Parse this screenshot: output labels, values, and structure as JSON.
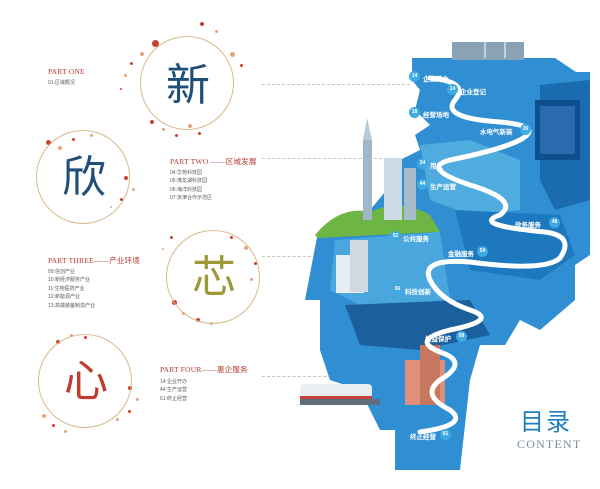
{
  "parts": [
    {
      "heading": "PART ONE",
      "items": [
        "01:区域概况"
      ],
      "char": "新",
      "char_color": "#1f4e79"
    },
    {
      "heading": "PART TWO ——区域发展",
      "items": [
        "04:华苑科技园",
        "05:渤龙湖科技园",
        "06:海洋科技园",
        "07:京津合作示范区"
      ],
      "char": "欣",
      "char_color": "#1f4e79"
    },
    {
      "heading": "PART THREE——产业环境",
      "items": [
        "09:信创产业",
        "10:新经济服务产业",
        "11:生物医药产业",
        "12:新能源产业",
        "13:高端装备制造产业"
      ],
      "char": "芯",
      "char_color": "#9c9a38"
    },
    {
      "heading": "PART FOUR——惠企服务",
      "items": [
        "14:企业开办",
        "44:生产运营",
        "61:终止经营"
      ],
      "char": "心",
      "char_color": "#c13a2e"
    }
  ],
  "map_labels": [
    {
      "text": "企业开办",
      "num": "14"
    },
    {
      "text": "企业登记",
      "num": "14"
    },
    {
      "text": "经营场地",
      "num": "18"
    },
    {
      "text": "水电气新装",
      "num": "26"
    },
    {
      "text": "用工",
      "num": "34"
    },
    {
      "text": "生产运营",
      "num": "44"
    },
    {
      "text": "政务服务",
      "num": "48"
    },
    {
      "text": "公共服务",
      "num": "52"
    },
    {
      "text": "金融服务",
      "num": "54"
    },
    {
      "text": "科技创新",
      "num": "56"
    },
    {
      "text": "权益保护",
      "num": "58"
    },
    {
      "text": "终止经营",
      "num": "61"
    }
  ],
  "title_cn": "目录",
  "title_en": "CONTENT",
  "colors": {
    "accent_red": "#b8382e",
    "navy": "#1f4e79",
    "olive": "#9c9a38",
    "sky": "#3fa9e0",
    "ring": "#d9b98f"
  }
}
